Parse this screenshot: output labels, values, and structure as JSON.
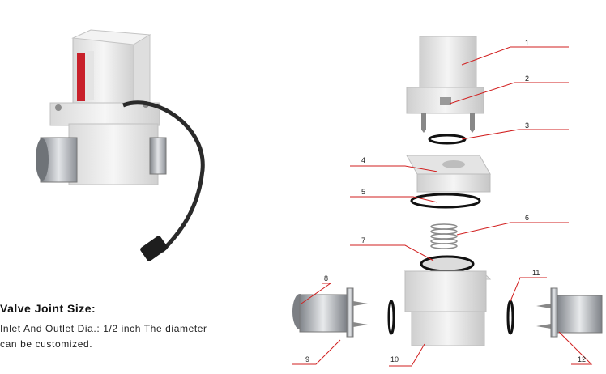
{
  "section": {
    "heading": "Valve Joint Size:",
    "line1": "Inlet And Outlet Dia.: 1/2 inch The diameter",
    "line2": "can be customized."
  },
  "callouts": [
    "1",
    "2",
    "3",
    "4",
    "5",
    "6",
    "7",
    "8",
    "9",
    "10",
    "11",
    "12"
  ],
  "colors": {
    "leader": "#d11f1f",
    "body_white": "#eeeeee",
    "metal": "#b9bcc0",
    "label_red": "#c8202a"
  }
}
